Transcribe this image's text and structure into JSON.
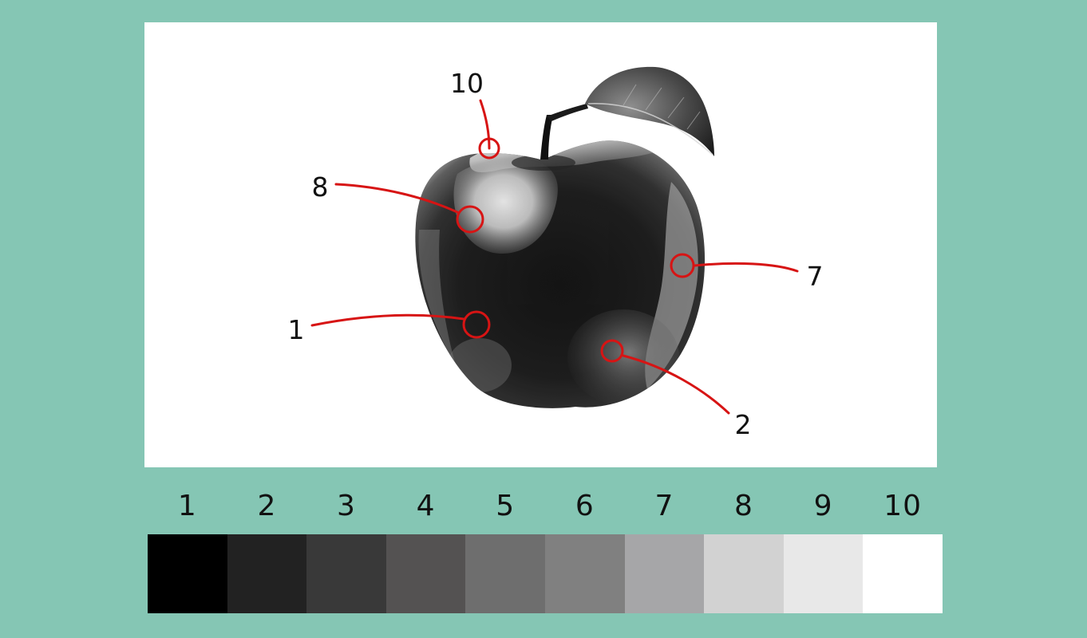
{
  "colors": {
    "background": "#85c6b4",
    "panel": "#ffffff",
    "callout": "#d71414",
    "ink": "#111111"
  },
  "illustration": {
    "subject": "apple",
    "callouts": [
      {
        "label": "10",
        "value": 10
      },
      {
        "label": "8",
        "value": 8
      },
      {
        "label": "7",
        "value": 7
      },
      {
        "label": "1",
        "value": 1
      },
      {
        "label": "2",
        "value": 2
      }
    ]
  },
  "value_scale": {
    "steps": [
      {
        "label": "1",
        "color": "#000000"
      },
      {
        "label": "2",
        "color": "#222222"
      },
      {
        "label": "3",
        "color": "#393939"
      },
      {
        "label": "4",
        "color": "#545252"
      },
      {
        "label": "5",
        "color": "#6e6e6e"
      },
      {
        "label": "6",
        "color": "#808080"
      },
      {
        "label": "7",
        "color": "#a6a6a8"
      },
      {
        "label": "8",
        "color": "#d2d2d2"
      },
      {
        "label": "9",
        "color": "#e8e8e8"
      },
      {
        "label": "10",
        "color": "#ffffff"
      }
    ]
  }
}
